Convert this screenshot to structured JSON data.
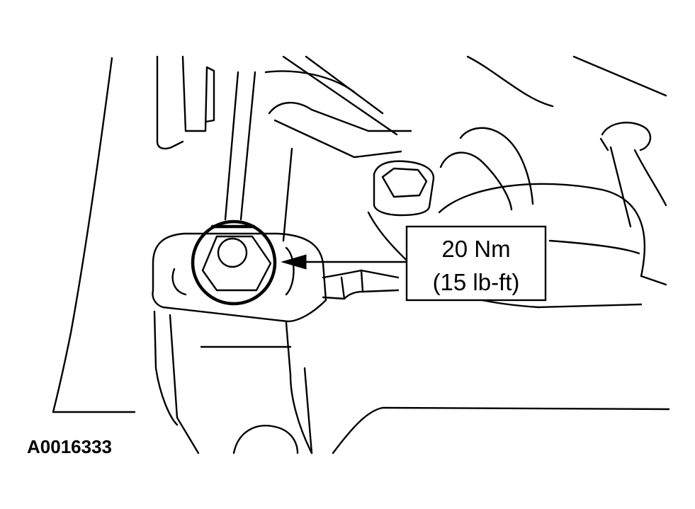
{
  "callout": {
    "torque_nm": "20 Nm",
    "torque_lbft": "(15 lb-ft)"
  },
  "figure_id": "A0016333",
  "colors": {
    "line": "#000000",
    "background": "#ffffff"
  }
}
